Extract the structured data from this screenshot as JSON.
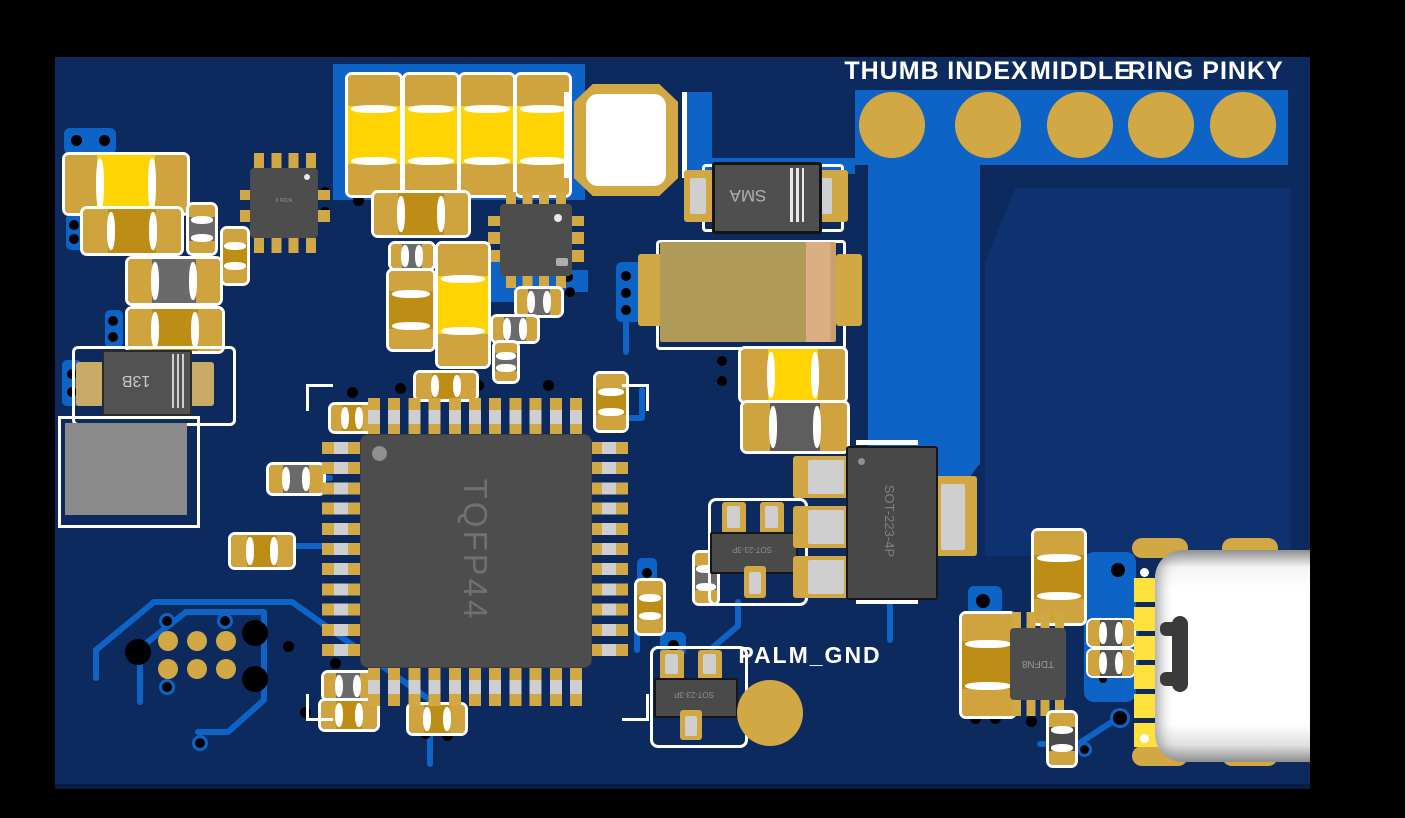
{
  "board": {
    "finger_labels": [
      "THUMB",
      "INDEX",
      "MIDDLE",
      "RING",
      "PINKY"
    ],
    "palm_label": "PALM_GND",
    "markings": {
      "mcu": "TQFP44",
      "diode_sma": "SMA",
      "diode_13b": "13B",
      "sot223": "SOT-223-4P",
      "sot23_a": "SOT-23-3P",
      "sot23_b": "SOT-23-3P",
      "tdfn8": "TDFN8",
      "small_ic": "8 R82A"
    },
    "colors": {
      "background": "#000000",
      "soldermask": "#0d2a5e",
      "copper_pour": "#0e3170",
      "trace": "#0e63c6",
      "pad_gold": "#d2a845",
      "cap_yellow": "#ffd402",
      "ic_gray": "#4d4d4d",
      "silkscreen": "#ffffff",
      "usb_shell": "#f2f2f2"
    }
  }
}
